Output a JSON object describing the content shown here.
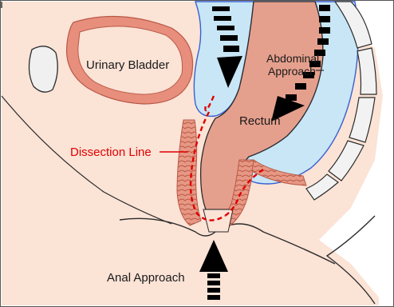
{
  "labels": {
    "urinary_bladder": "Urinary Bladder",
    "abdominal_approach_line1": "Abdominal",
    "abdominal_approach_line2": "Approach",
    "rectum": "Rectum",
    "dissection_line": "Dissection Line",
    "anal_approach": "Anal Approach"
  },
  "colors": {
    "skin": "#fbe3d6",
    "outline": "#2b2b2b",
    "bladder_wall": "#e88e7c",
    "rectum_fill": "#e5a08d",
    "peritoneum": "#c8e6f5",
    "peritoneum_line": "#3a5fd0",
    "dissection": "#e00000",
    "arrow": "#000000",
    "bone": "#f2f2f2"
  }
}
